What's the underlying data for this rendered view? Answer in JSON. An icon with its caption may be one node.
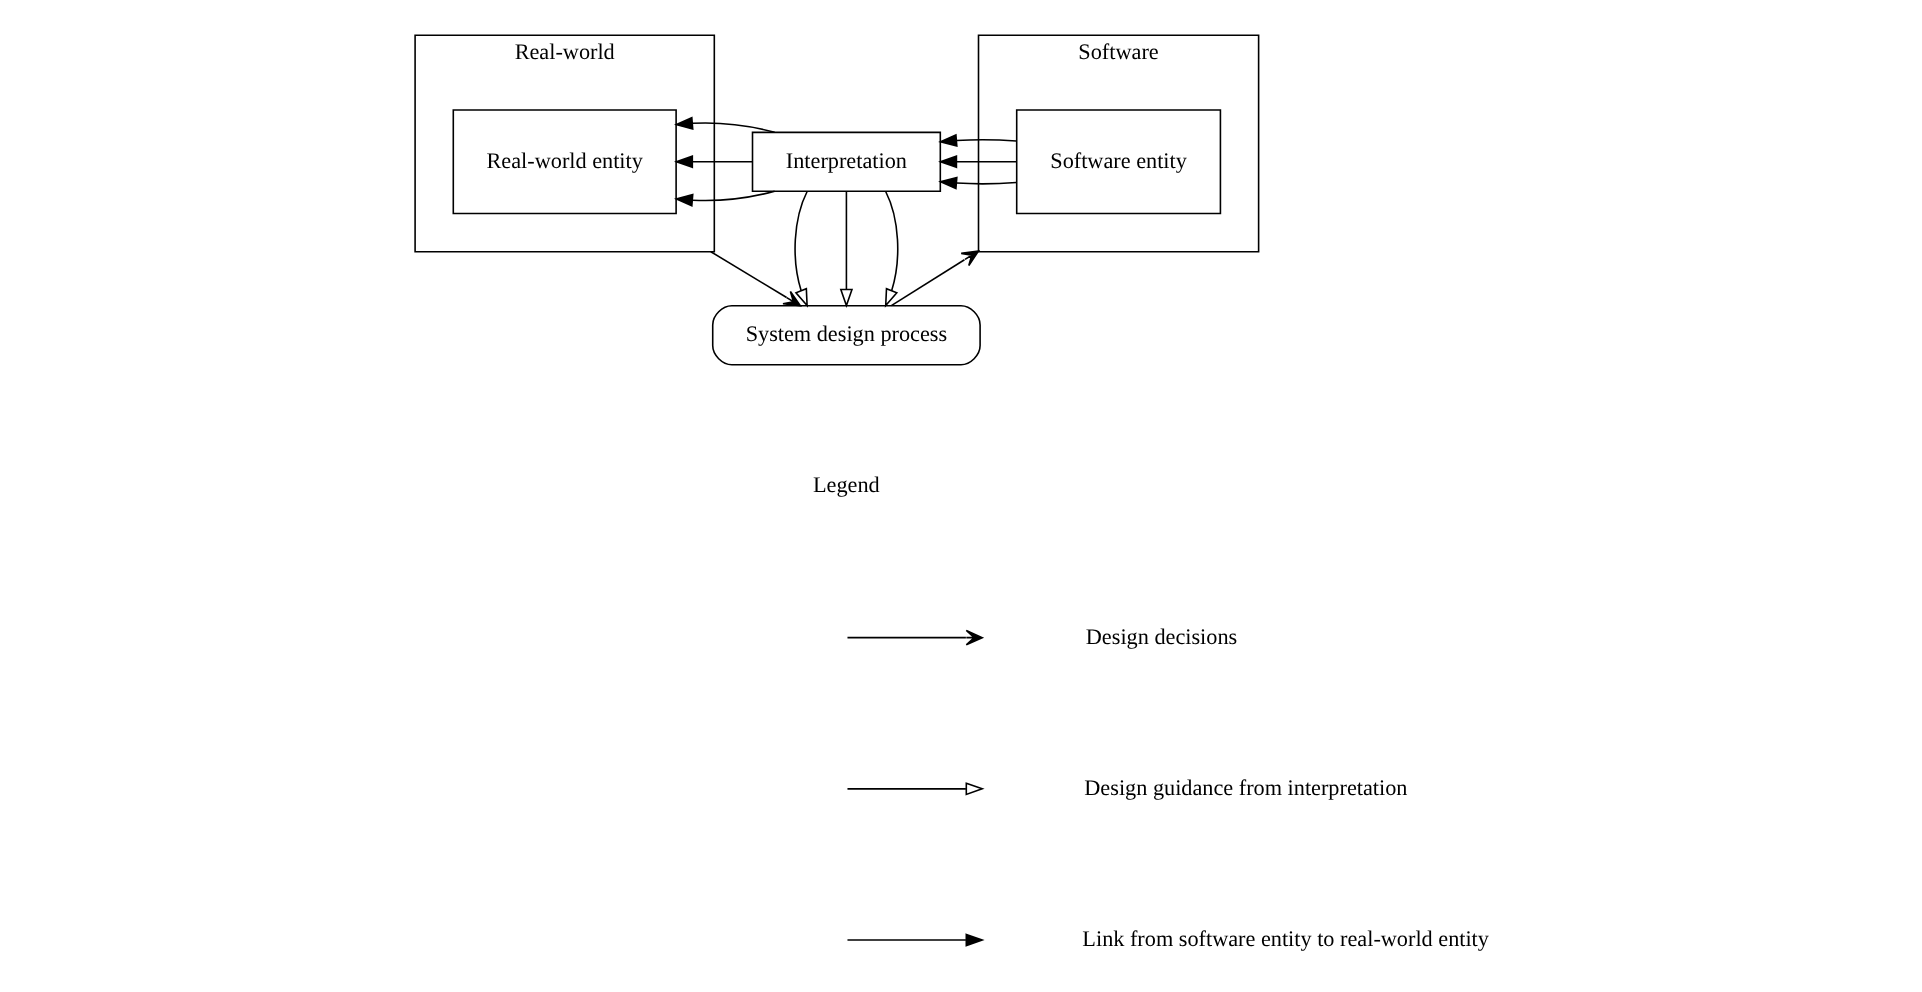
{
  "diagram": {
    "nodes": [
      {
        "text": [
          "Real-world"
        ]
      },
      {
        "text": [
          "Real-world entity"
        ],
        "in": 0
      },
      {
        "text": [
          "Interpretation"
        ]
      },
      {
        "text": [
          "Software"
        ]
      },
      {
        "text": [
          "Software entity"
        ],
        "in": 3
      },
      {
        "text": [
          "System design process"
        ]
      }
    ],
    "edges": [
      {
        "from": 4,
        "to": 2,
        "arrow": "to"
      },
      {
        "from": 4,
        "to": 2,
        "arrow": "to"
      },
      {
        "from": 4,
        "to": 2,
        "arrow": "to"
      },
      {
        "from": 2,
        "to": 1,
        "arrow": "to"
      },
      {
        "from": 2,
        "to": 1,
        "arrow": "to"
      },
      {
        "from": 2,
        "to": 1,
        "arrow": "to"
      },
      {
        "from": 2,
        "to": 5,
        "arrow": "to"
      },
      {
        "from": 2,
        "to": 5,
        "arrow": "to"
      },
      {
        "from": 2,
        "to": 5,
        "arrow": "to"
      },
      {
        "from": 0,
        "to": 5,
        "arrow": "to"
      },
      {
        "from": 5,
        "to": 3,
        "arrow": "to"
      }
    ],
    "labels": [
      "Legend"
    ],
    "legend": [
      {
        "text": "Design decisions"
      },
      {
        "text": "Design guidance from interpretation"
      },
      {
        "text": "Link from software entity to real-world entity"
      }
    ]
  }
}
